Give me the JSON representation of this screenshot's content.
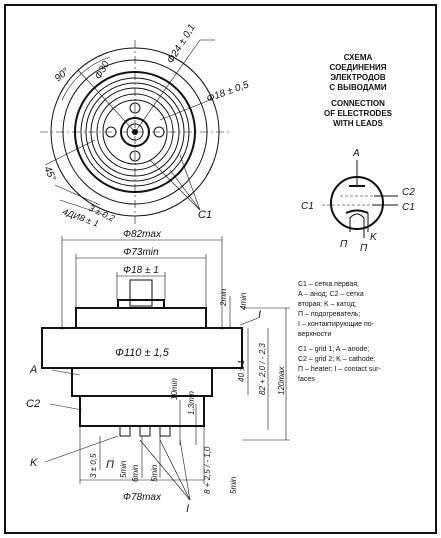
{
  "title_ru": [
    "СХЕМА",
    "СОЕДИНЕНИЯ",
    "ЭЛЕКТРОДОВ",
    "С ВЫВОДАМИ"
  ],
  "title_en": [
    "CONNECTION",
    "OF ELECTRODES",
    "WITH LEADS"
  ],
  "top_view": {
    "angle": "90°",
    "pcd": "Ф30",
    "dia_24": "Ф24 ± 0,1",
    "dia_18": "Ф18 ± 0,5",
    "angle_45": "45°",
    "dim_3": "3 ± 0,2",
    "dim_4": "4ДИ8 ± 1",
    "c1": "C1"
  },
  "schematic": {
    "a": "A",
    "c2": "C2",
    "c1_left": "C1",
    "c1_right": "C1",
    "p1": "П",
    "k": "K",
    "p2": "П"
  },
  "legend_ru": [
    "C1 – сетка первая;",
    "A – анод; C2 – сетка",
    "вторая; K – катод;",
    "П – подогреватель;",
    "I – контактирующие по-",
    "верхности"
  ],
  "legend_en": [
    "C1 – grid 1; A – anode;",
    "C2 – grid 2; K – cathode;",
    "П – heater; I – contact sur-",
    "faces"
  ],
  "side_view": {
    "d82": "Ф82max",
    "d73": "Ф73min",
    "d18": "Ф18 ± 1",
    "d110": "Ф110 ± 1,5",
    "d78": "Ф78max",
    "a": "A",
    "c2": "C2",
    "k": "K",
    "p": "П",
    "i_top": "I",
    "i_bottom": "I",
    "h2min": "2min",
    "h4min": "4min",
    "h40": "40 ± 1",
    "h82": "82 + 2,0 / - 2,3",
    "h120": "120max",
    "h10min": "10min",
    "h13min": "1,3min",
    "h3": "3 ± 0,5",
    "h5min_a": "5min",
    "h5min_b": "5min",
    "h8": "8 + 2,5 / - 1,0",
    "h5min_c": "5min",
    "h6min": "6min"
  }
}
